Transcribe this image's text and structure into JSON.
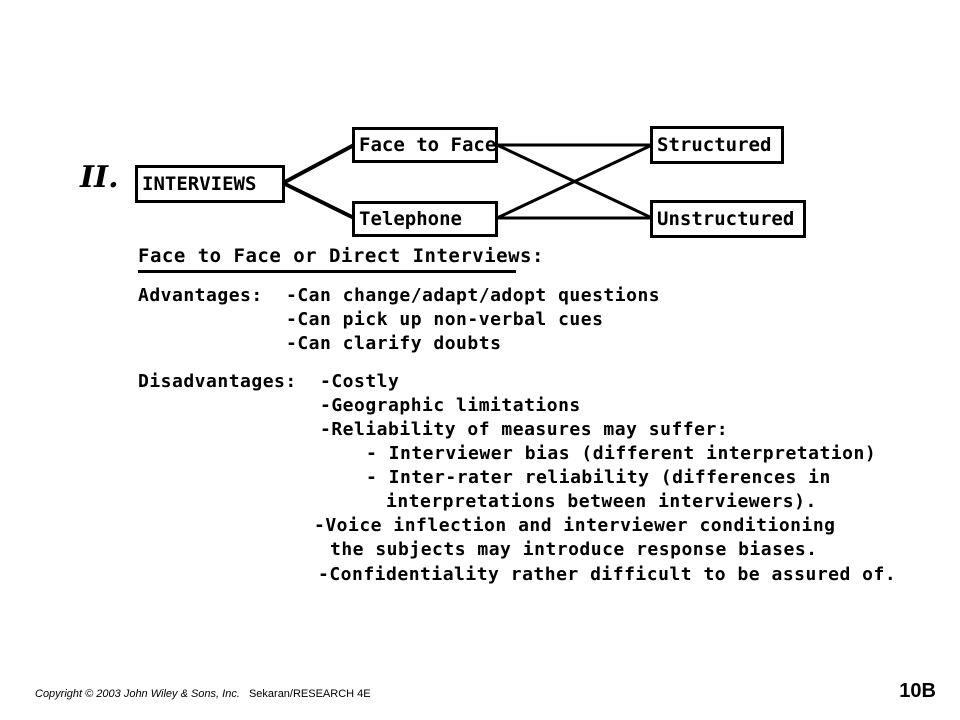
{
  "section_marker": "II.",
  "diagram": {
    "root": "INTERVIEWS",
    "mode_face": "Face to Face",
    "mode_phone": "Telephone",
    "type_structured": "Structured",
    "type_unstructured": "Unstructured"
  },
  "heading": "Face to Face or Direct Interviews:",
  "advantages": {
    "label": "Advantages:",
    "items": [
      "-Can change/adapt/adopt questions",
      "-Can pick up non-verbal cues",
      "-Can clarify doubts"
    ]
  },
  "disadvantages": {
    "label": "Disadvantages:",
    "items": [
      "-Costly",
      "-Geographic limitations",
      "-Reliability of measures may suffer:",
      "- Interviewer bias (different interpretation)",
      "- Inter-rater reliability (differences in",
      "interpretations between interviewers).",
      "-Voice inflection and interviewer conditioning",
      "the subjects may introduce response biases.",
      "-Confidentiality rather difficult to be assured of."
    ]
  },
  "footer": {
    "copyright": "Copyright © 2003 John Wiley & Sons, Inc.",
    "source": "Sekaran/RESEARCH 4E",
    "slide_id": "10B"
  }
}
